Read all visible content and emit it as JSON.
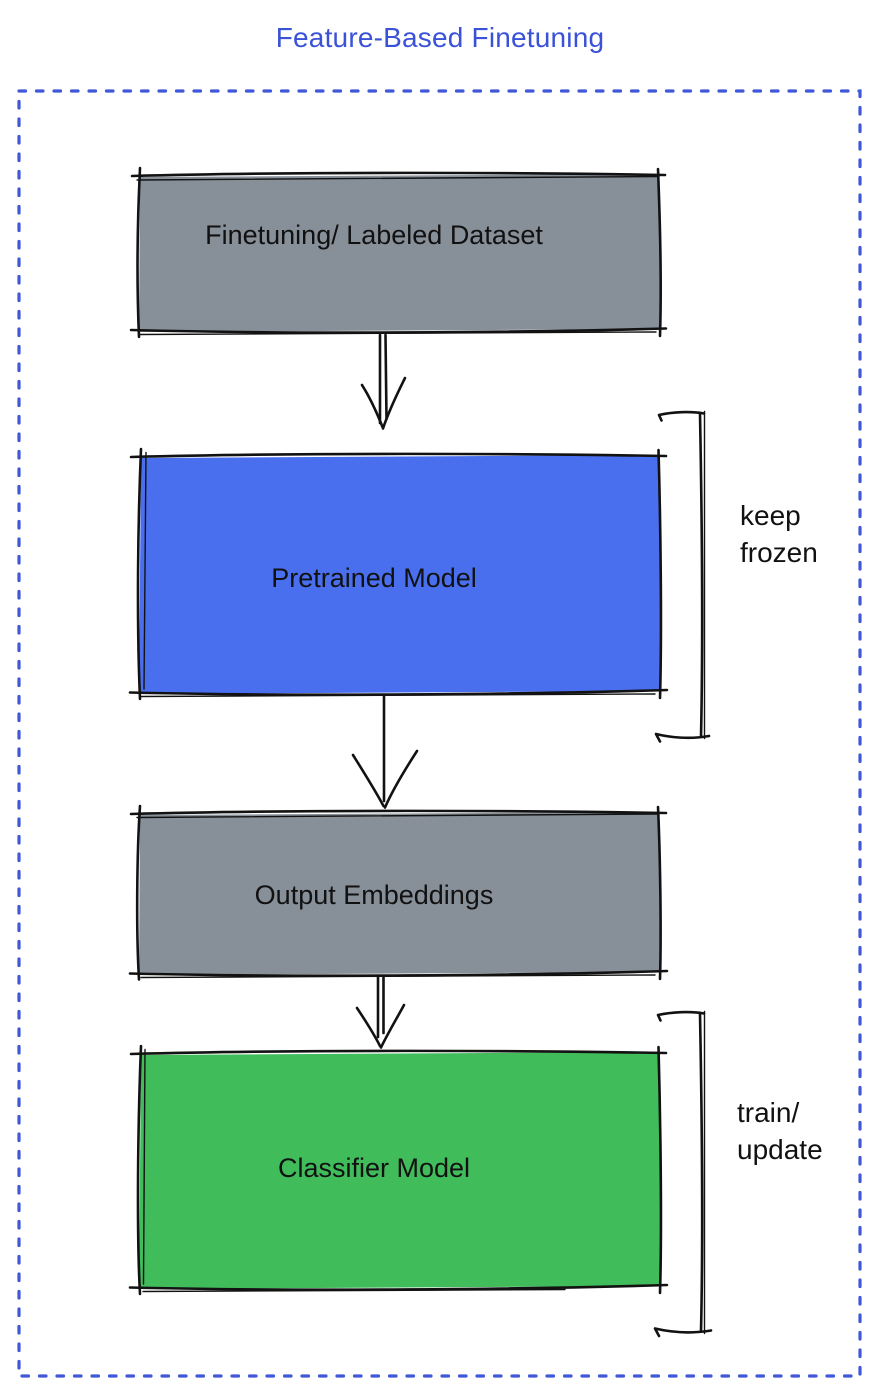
{
  "title": "Feature-Based Finetuning",
  "boxes": [
    {
      "label": "Finetuning/ Labeled Dataset",
      "fill": "#878F99"
    },
    {
      "label": "Pretrained Model",
      "fill": "#4A6FEE"
    },
    {
      "label": "Output Embeddings",
      "fill": "#878F99"
    },
    {
      "label": "Classifier Model",
      "fill": "#41BC5B"
    }
  ],
  "annotations": [
    {
      "lines": [
        "keep",
        "frozen"
      ]
    },
    {
      "lines": [
        "train/",
        "update"
      ]
    }
  ],
  "colors": {
    "title_text": "#3A52D8",
    "dashed_border": "#4058D8",
    "ink": "#121212",
    "box_text": "#111111",
    "background": "#FFFFFF"
  }
}
